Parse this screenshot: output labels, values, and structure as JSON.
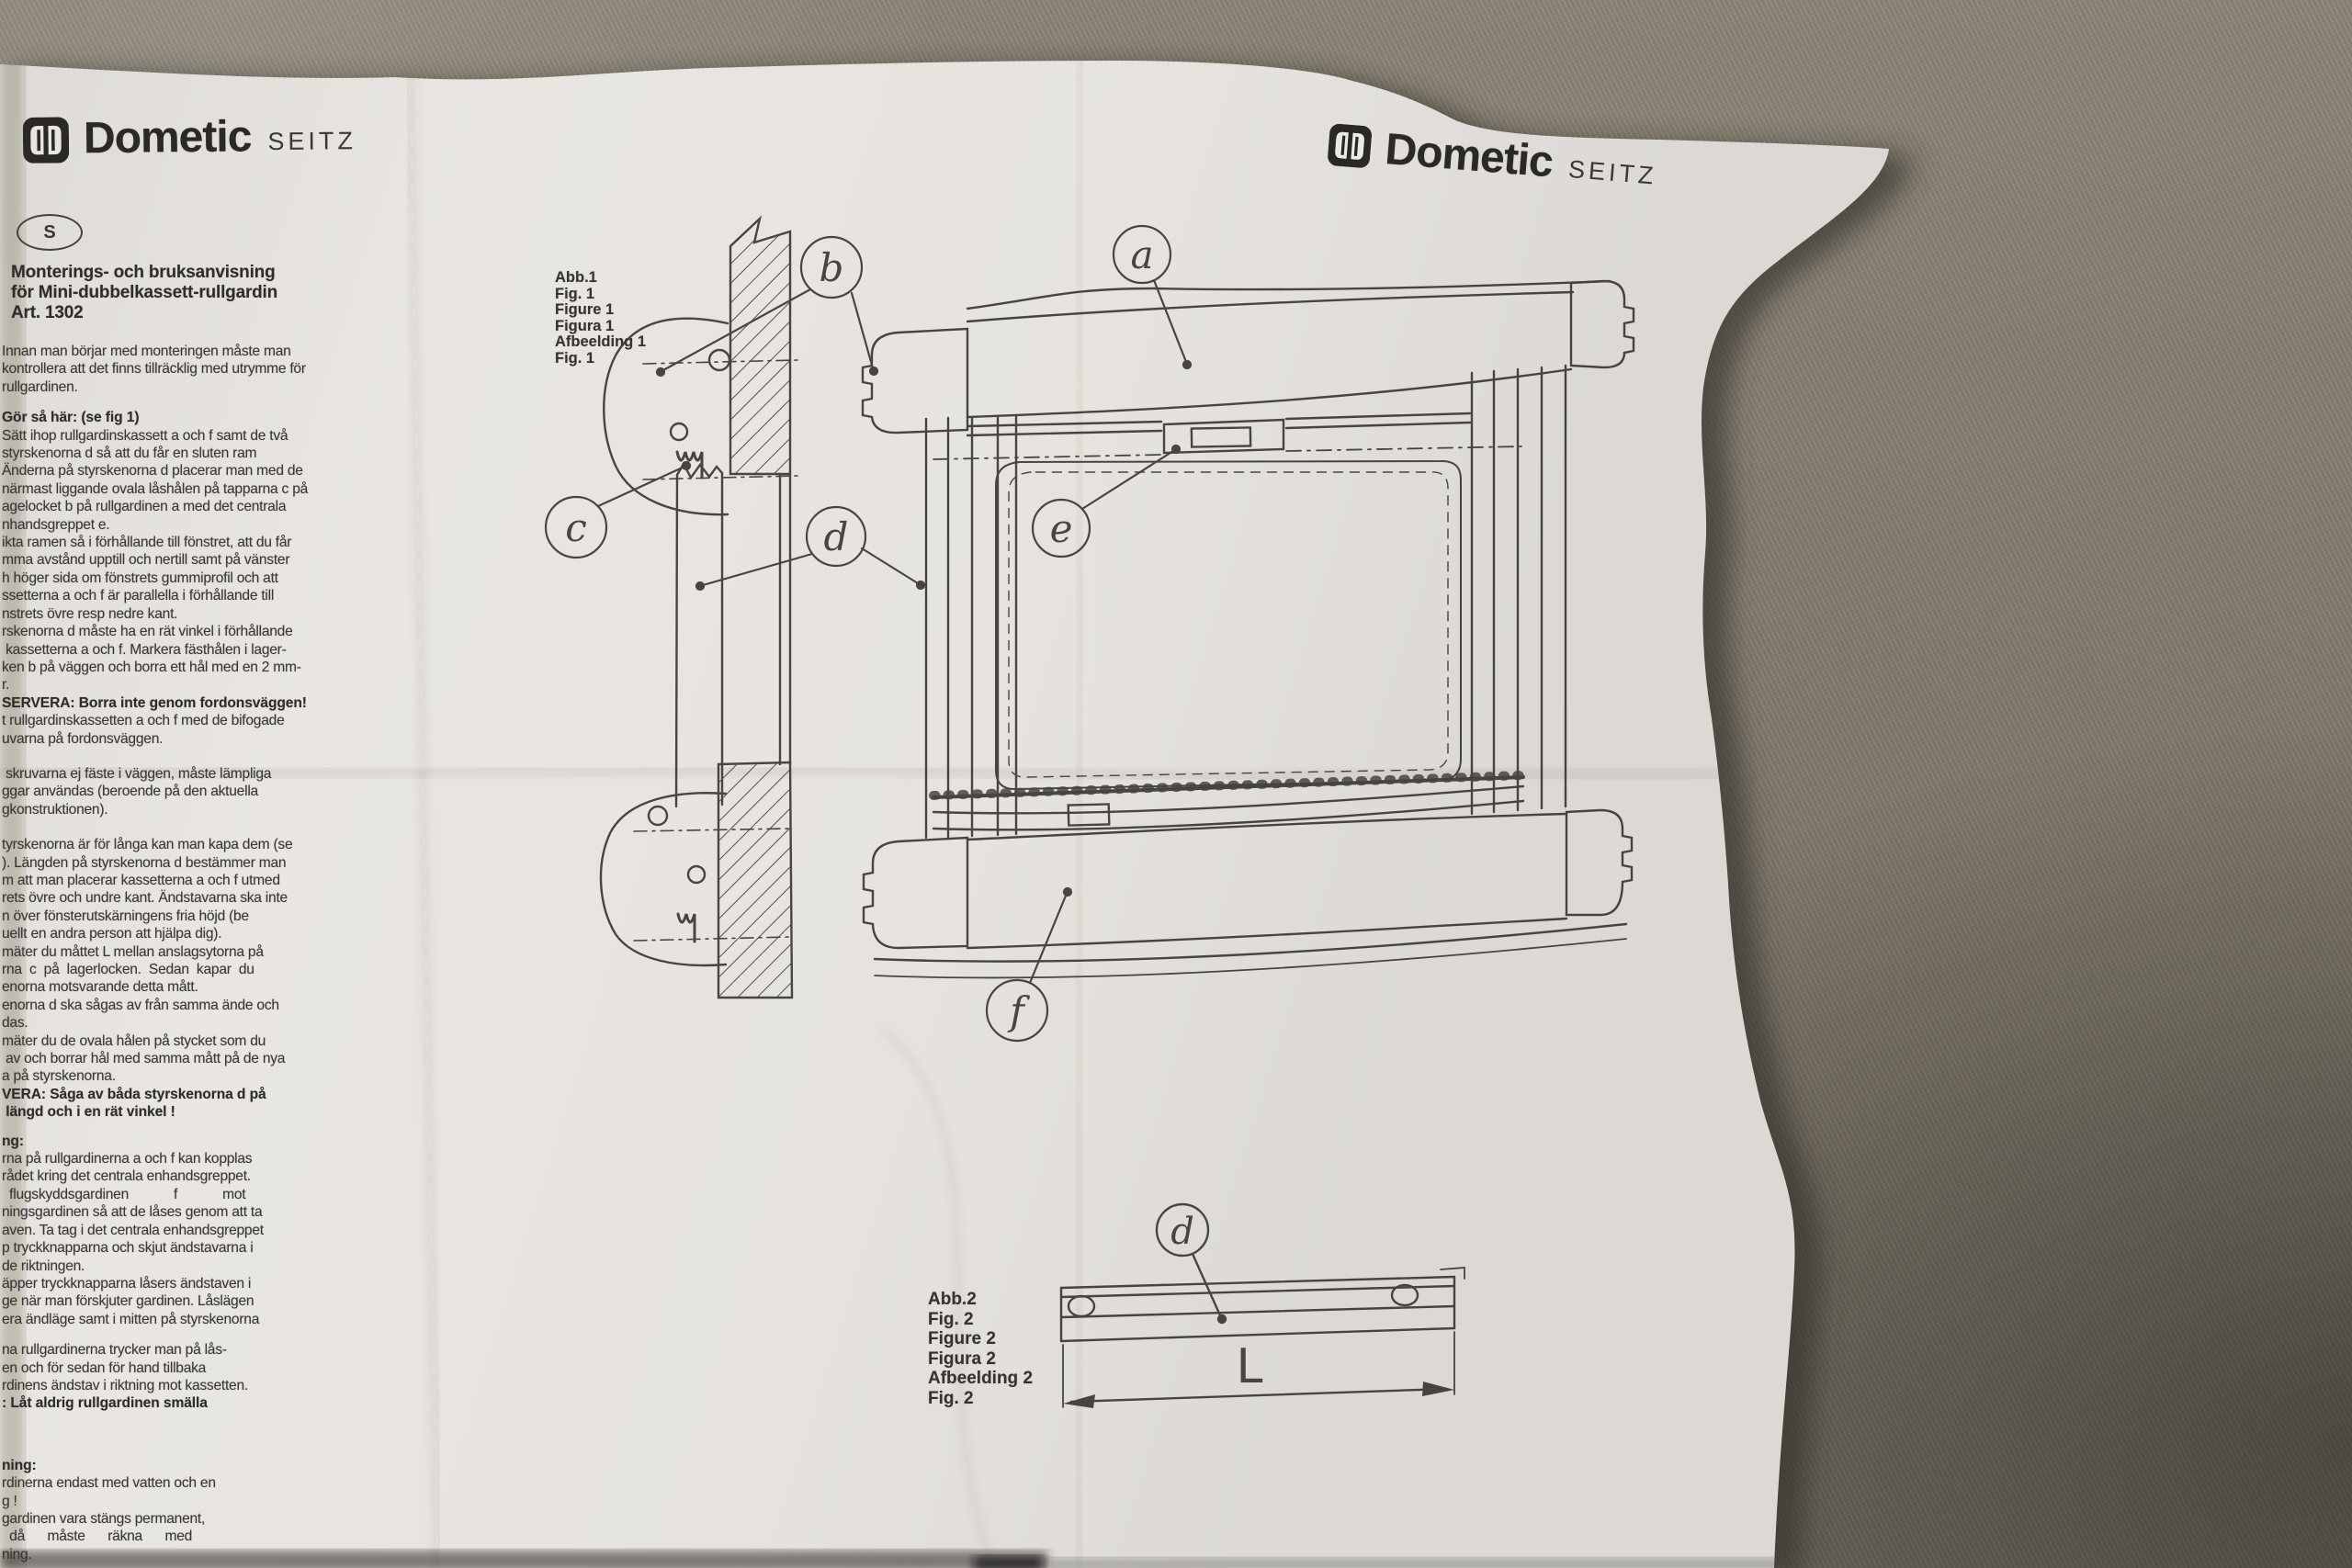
{
  "scene": {
    "fabric_color": "#867f70",
    "paper_color": "#e8e5e1",
    "ink_color": "#3b3833",
    "shadow_color": "#35322b"
  },
  "header_left": {
    "brand": "Dometic",
    "sub_brand": "SEITZ",
    "lang_badge": "S"
  },
  "header_right": {
    "brand": "Dometic",
    "sub_brand": "SEITZ"
  },
  "title": {
    "lines": [
      "Monterings- och bruksanvisning",
      "för Mini-dubbelkassett-rullgardin",
      "Art. 1302"
    ]
  },
  "left_column": {
    "blocks": [
      {
        "mt": 0,
        "lines": [
          {
            "t": "Innan man börjar med monteringen måste man"
          },
          {
            "t": "kontrollera att det finns tillräcklig med utrymme för"
          },
          {
            "t": "rullgardinen."
          }
        ]
      },
      {
        "mt": 14,
        "lines": [
          {
            "t": "Gör så här: (se fig 1)",
            "b": 1
          },
          {
            "t": "Sätt ihop rullgardinskassett a och f samt de två"
          },
          {
            "t": "styrskenorna d så att du får en sluten ram"
          },
          {
            "t": "Änderna på styrskenorna d placerar man med de"
          },
          {
            "t": "närmast liggande ovala låshålen på tapparna c på"
          },
          {
            "t": "agelocket b på rullgardinen a med det centrala"
          },
          {
            "t": "nhandsgreppet e."
          },
          {
            "t": "ikta ramen så i förhållande till fönstret, att du får"
          },
          {
            "t": "mma avstånd upptill och nertill samt på vänster"
          },
          {
            "t": "h höger sida om fönstrets gummiprofil och att"
          },
          {
            "t": "ssetterna a och f är parallella i förhållande till"
          },
          {
            "t": "nstrets övre resp nedre kant."
          },
          {
            "t": "rskenorna d måste ha en rät vinkel i förhållande"
          },
          {
            "t": " kassetterna a och f. Markera fästhålen i lager-"
          },
          {
            "t": "ken b på väggen och borra ett hål med en 2 mm-"
          },
          {
            "t": "r."
          }
        ]
      },
      {
        "mt": 0,
        "lines": [
          {
            "t": "SERVERA: Borra inte genom fordonsväggen!",
            "b": 1
          },
          {
            "t": "t rullgardinskassetten a och f med de bifogade"
          },
          {
            "t": "uvarna på fordonsväggen."
          }
        ]
      },
      {
        "mt": 19,
        "lines": [
          {
            "t": " skruvarna ej fäste i väggen, måste lämpliga"
          },
          {
            "t": "ggar användas (beroende på den aktuella"
          },
          {
            "t": "gkonstruktionen)."
          }
        ]
      },
      {
        "mt": 19,
        "lines": [
          {
            "t": "tyrskenorna är för långa kan man kapa dem (se"
          },
          {
            "t": "). Längden på styrskenorna d bestämmer man"
          },
          {
            "t": "m att man placerar kassetterna a och f utmed"
          },
          {
            "t": "rets övre och undre kant. Ändstavarna ska inte"
          },
          {
            "t": "n över fönsterutskärningens fria höjd (be"
          },
          {
            "t": "uellt en andra person att hjälpa dig)."
          },
          {
            "t": "mäter du måttet L mellan anslagsytorna på"
          },
          {
            "t": "rna  c  på  lagerlocken.  Sedan  kapar  du"
          },
          {
            "t": "enorna motsvarande detta mått."
          },
          {
            "t": "enorna d ska sågas av från samma ände och"
          },
          {
            "t": "das."
          },
          {
            "t": "mäter du de ovala hålen på stycket som du"
          },
          {
            "t": " av och borrar hål med samma mått på de nya"
          },
          {
            "t": "a på styrskenorna."
          },
          {
            "t": "VERA: Såga av båda styrskenorna d på",
            "b": 1
          },
          {
            "t": " längd och i en rät vinkel !",
            "b": 1
          }
        ]
      },
      {
        "mt": 12,
        "lines": [
          {
            "t": "ng:",
            "b": 1
          },
          {
            "t": "rna på rullgardinerna a och f kan kopplas"
          },
          {
            "t": "rådet kring det centrala enhandsgreppet."
          },
          {
            "t": "  flugskyddsgardinen            f            mot"
          },
          {
            "t": "ningsgardinen så att de låses genom att ta"
          },
          {
            "t": "aven. Ta tag i det centrala enhandsgreppet"
          },
          {
            "t": "p tryckknapparna och skjut ändstavarna i"
          },
          {
            "t": "de riktningen."
          },
          {
            "t": "äpper tryckknapparna låsers ändstaven i"
          },
          {
            "t": "ge när man förskjuter gardinen. Låslägen"
          },
          {
            "t": "era ändläge samt i mitten på styrskenorna"
          }
        ]
      },
      {
        "mt": 14,
        "lines": [
          {
            "t": "na rullgardinerna trycker man på lås-"
          },
          {
            "t": "en och för sedan för hand tillbaka"
          },
          {
            "t": "rdinens ändstav i riktning mot kassetten."
          },
          {
            "t": ": Låt aldrig rullgardinen smälla",
            "b": 1
          }
        ]
      },
      {
        "mt": 48,
        "lines": [
          {
            "t": "ning:",
            "b": 1
          },
          {
            "t": "rdinerna endast med vatten och en"
          },
          {
            "t": "g !"
          },
          {
            "t": "gardinen vara stängs permanent,"
          },
          {
            "t": "  då      måste      räkna      med"
          },
          {
            "t": "ning."
          }
        ]
      }
    ]
  },
  "figure1": {
    "labels": [
      "Abb.1",
      "Fig. 1",
      "Figure 1",
      "Figura 1",
      "Afbeelding 1",
      "Fig. 1"
    ],
    "callouts": {
      "a": "a",
      "b": "b",
      "c": "c",
      "d": "d",
      "e": "e",
      "f": "f"
    }
  },
  "figure2": {
    "labels": [
      "Abb.2",
      "Fig. 2",
      "Figure 2",
      "Figura 2",
      "Afbeelding 2",
      "Fig. 2"
    ],
    "callout_d": "d",
    "dimension_label": "L"
  }
}
